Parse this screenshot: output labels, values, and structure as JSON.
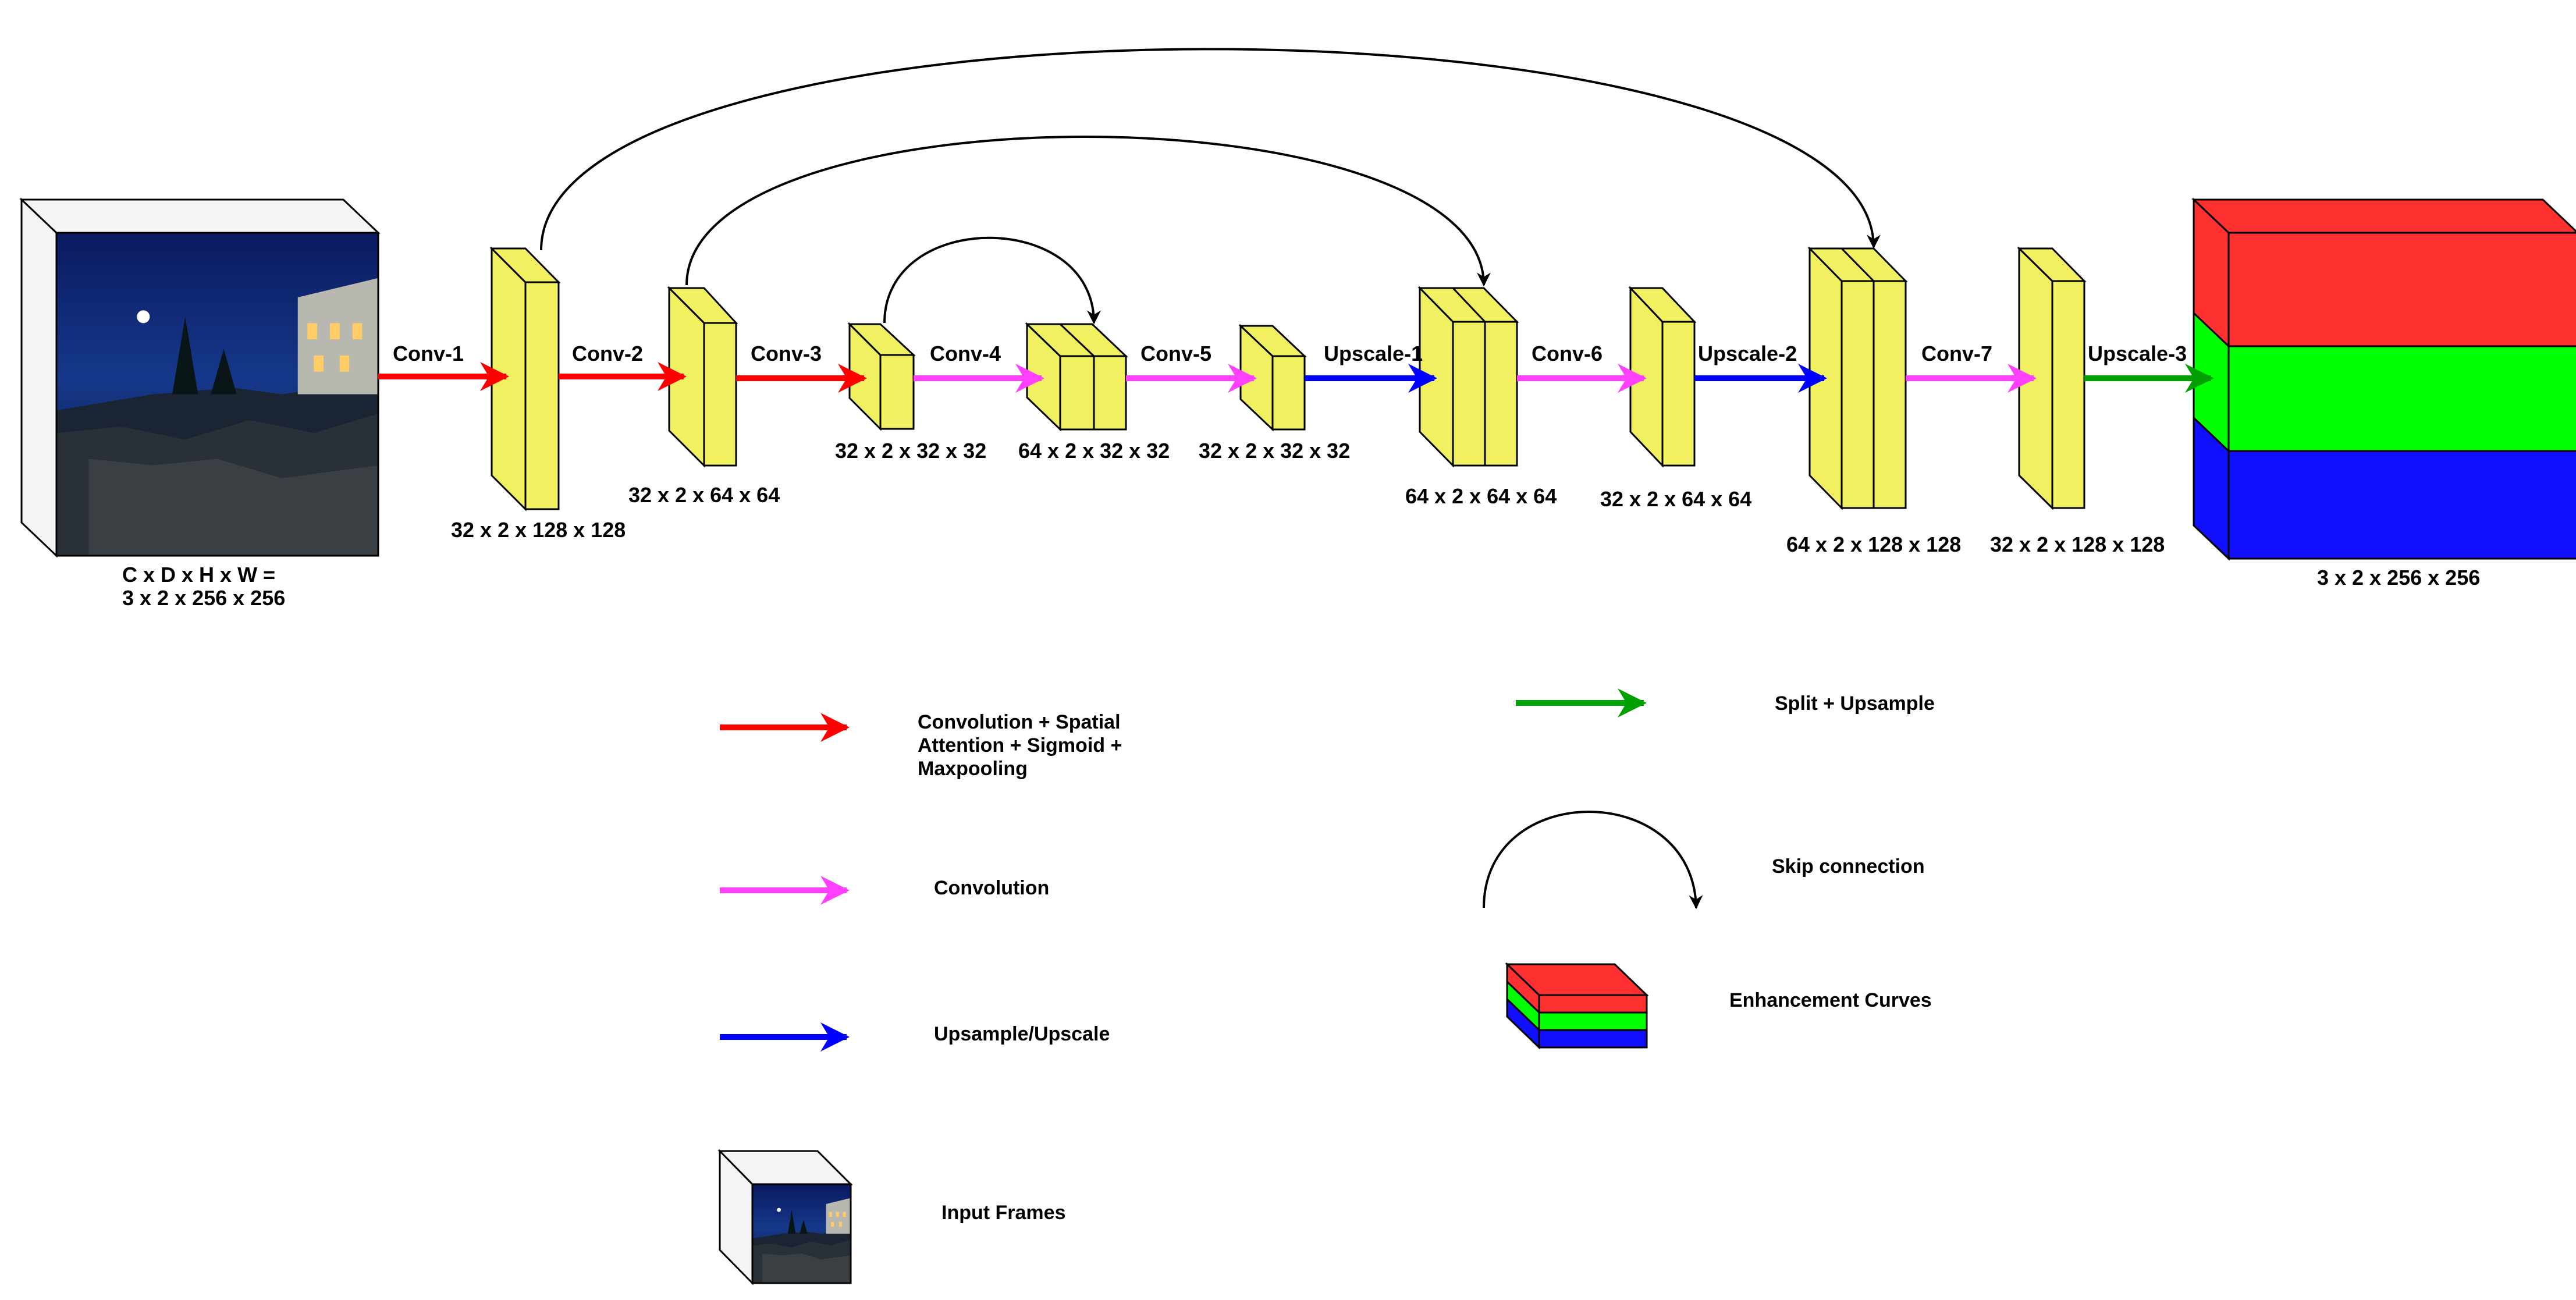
{
  "colors": {
    "block_fill": "#f0f060",
    "block_stroke": "#000000",
    "red_arrow": "#ff0000",
    "magenta_arrow": "#ff40ff",
    "blue_arrow": "#0000ff",
    "green_arrow": "#00a000",
    "curve_red": "#ff3030",
    "curve_green": "#00ff00",
    "curve_blue": "#1010ff"
  },
  "input": {
    "label_line1": "C x D x H x W =",
    "label_line2": "3 x 2 x 256 x 256"
  },
  "stages": [
    {
      "label": "Conv-1"
    },
    {
      "label": "Conv-2"
    },
    {
      "label": "Conv-3"
    },
    {
      "label": "Conv-4"
    },
    {
      "label": "Conv-5"
    },
    {
      "label": "Upscale-1"
    },
    {
      "label": "Conv-6"
    },
    {
      "label": "Upscale-2"
    },
    {
      "label": "Conv-7"
    },
    {
      "label": "Upscale-3"
    }
  ],
  "blocks": [
    {
      "dims": "32 x 2 x 128 x 128"
    },
    {
      "dims": "32 x 2 x 64 x 64"
    },
    {
      "dims": "32 x 2 x 32 x 32"
    },
    {
      "dims": "64 x 2 x 32 x 32"
    },
    {
      "dims": "32 x 2 x 32 x 32"
    },
    {
      "dims": "64 x 2 x 64 x 64"
    },
    {
      "dims": "32 x 2 x 64 x 64"
    },
    {
      "dims": "64 x 2 x 128 x 128"
    },
    {
      "dims": "32 x 2 x 128 x 128"
    }
  ],
  "output": {
    "dims": "3 x 2 x 256 x 256"
  },
  "legend": {
    "conv_sa_line1": "Convolution + Spatial",
    "conv_sa_line2": "Attention + Sigmoid +",
    "conv_sa_line3": "Maxpooling",
    "convolution": "Convolution",
    "upsample": "Upsample/Upscale",
    "input_frames": "Input Frames",
    "split_upsample": "Split + Upsample",
    "skip_connection": "Skip connection",
    "enhancement_curves": "Enhancement Curves"
  }
}
